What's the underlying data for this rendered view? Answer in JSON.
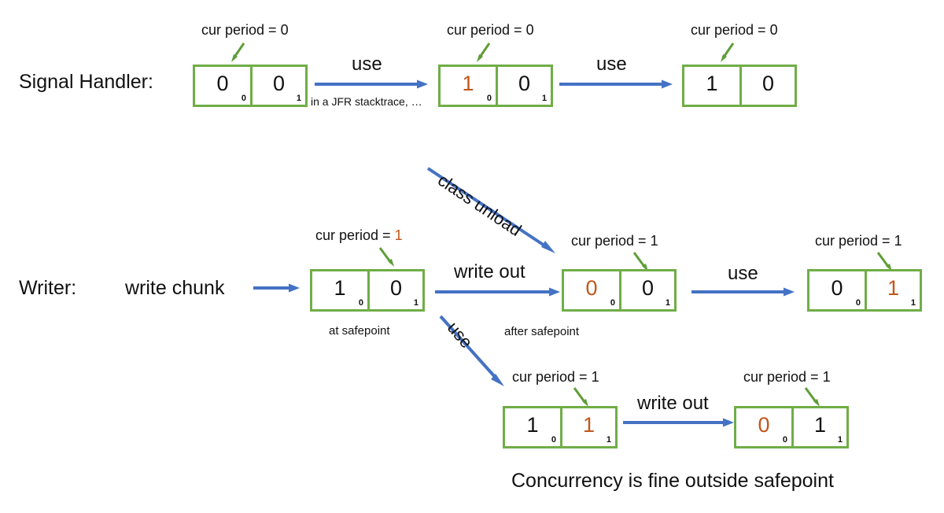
{
  "colors": {
    "box_border_green": "#70AD47",
    "arrow_blue": "#4472C4",
    "accent_orange": "#C2561A",
    "green_pointer": "#5E9E37",
    "text_black": "#111111",
    "background": "#FFFFFF"
  },
  "rows": {
    "signal_handler_label": "Signal Handler:",
    "writer_label": "Writer:"
  },
  "labels": {
    "cur_period_prefix": "cur period = ",
    "write_chunk": "write chunk",
    "caption": "Concurrency is fine outside safepoint"
  },
  "signal_handler": {
    "boxes": [
      {
        "id": "sh-box-1",
        "cur_period": "0",
        "cur_period_orange": false,
        "pointer_target": "left",
        "cells": [
          {
            "value": "0",
            "orange": false,
            "index": "0"
          },
          {
            "value": "0",
            "orange": false,
            "index": "1"
          }
        ]
      },
      {
        "id": "sh-box-2",
        "cur_period": "0",
        "cur_period_orange": false,
        "pointer_target": "left",
        "cells": [
          {
            "value": "1",
            "orange": true,
            "index": "0"
          },
          {
            "value": "0",
            "orange": false,
            "index": "1"
          }
        ]
      },
      {
        "id": "sh-box-3",
        "cur_period": "0",
        "cur_period_orange": false,
        "pointer_target": "left",
        "cells": [
          {
            "value": "1",
            "orange": false,
            "index": ""
          },
          {
            "value": "0",
            "orange": false,
            "index": ""
          }
        ]
      }
    ],
    "arrows": [
      {
        "id": "sh-arrow-1",
        "title": "use",
        "subtitle": "in a JFR stacktrace, …"
      },
      {
        "id": "sh-arrow-2",
        "title": "use",
        "subtitle": ""
      }
    ]
  },
  "writer": {
    "boxes": [
      {
        "id": "wr-box-1",
        "cur_period": "1",
        "cur_period_orange": true,
        "pointer_target": "right",
        "note": "at safepoint",
        "cells": [
          {
            "value": "1",
            "orange": false,
            "index": "0"
          },
          {
            "value": "0",
            "orange": false,
            "index": "1"
          }
        ]
      },
      {
        "id": "wr-box-2",
        "cur_period": "1",
        "cur_period_orange": false,
        "pointer_target": "right",
        "note": "after safepoint",
        "cells": [
          {
            "value": "0",
            "orange": true,
            "index": "0"
          },
          {
            "value": "0",
            "orange": false,
            "index": "1"
          }
        ]
      },
      {
        "id": "wr-box-3",
        "cur_period": "1",
        "cur_period_orange": false,
        "pointer_target": "right",
        "note": "",
        "cells": [
          {
            "value": "0",
            "orange": false,
            "index": "0"
          },
          {
            "value": "1",
            "orange": true,
            "index": "1"
          }
        ]
      },
      {
        "id": "wr-box-4",
        "cur_period": "1",
        "cur_period_orange": false,
        "pointer_target": "right",
        "note": "",
        "cells": [
          {
            "value": "1",
            "orange": false,
            "index": "0"
          },
          {
            "value": "1",
            "orange": true,
            "index": "1"
          }
        ]
      },
      {
        "id": "wr-box-5",
        "cur_period": "1",
        "cur_period_orange": false,
        "pointer_target": "right",
        "note": "",
        "cells": [
          {
            "value": "0",
            "orange": true,
            "index": "0"
          },
          {
            "value": "1",
            "orange": false,
            "index": "1"
          }
        ]
      }
    ],
    "arrows": [
      {
        "id": "wr-arrow-chunk",
        "title": "",
        "subtitle": ""
      },
      {
        "id": "wr-arrow-writeout-1",
        "title": "write out",
        "subtitle": ""
      },
      {
        "id": "wr-arrow-use-1",
        "title": "use",
        "subtitle": ""
      },
      {
        "id": "wr-arrow-writeout-2",
        "title": "write out",
        "subtitle": ""
      }
    ],
    "diagonal_arrows": [
      {
        "id": "diag-class-unload",
        "label": "class unload"
      },
      {
        "id": "diag-use",
        "label": "use"
      }
    ]
  }
}
